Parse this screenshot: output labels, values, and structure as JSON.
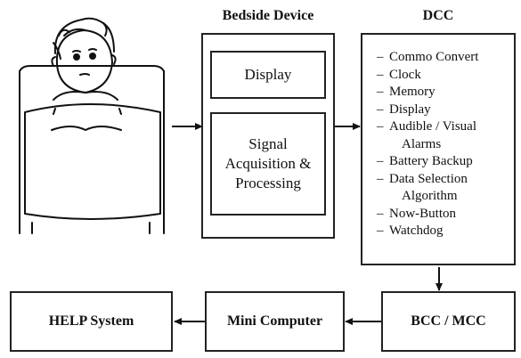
{
  "bedside_device": {
    "title": "Bedside Device",
    "display_label": "Display",
    "signal_label_lines": [
      "Signal",
      "Acquisition &",
      "Processing"
    ]
  },
  "dcc": {
    "title": "DCC",
    "items": [
      {
        "text": "Commo Convert",
        "continuation": false
      },
      {
        "text": "Clock",
        "continuation": false
      },
      {
        "text": "Memory",
        "continuation": false
      },
      {
        "text": "Display",
        "continuation": false
      },
      {
        "text": "Audible / Visual",
        "continuation": false
      },
      {
        "text": "Alarms",
        "continuation": true
      },
      {
        "text": "Battery Backup",
        "continuation": false
      },
      {
        "text": "Data Selection",
        "continuation": false
      },
      {
        "text": "Algorithm",
        "continuation": true
      },
      {
        "text": "Now-Button",
        "continuation": false
      },
      {
        "text": "Watchdog",
        "continuation": false
      }
    ]
  },
  "bottom_row": {
    "help_system": "HELP System",
    "mini_computer": "Mini Computer",
    "bcc_mcc": "BCC / MCC"
  },
  "patient_icon": "patient-in-bed-icon"
}
